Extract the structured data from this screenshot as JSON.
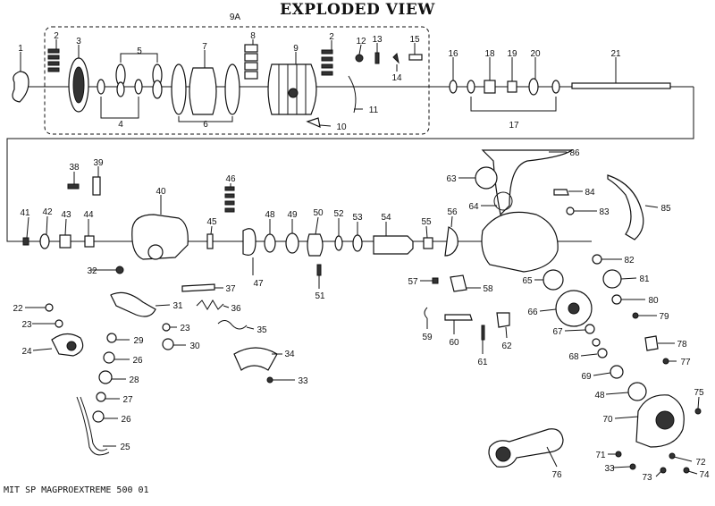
{
  "title": "EXPLODED VIEW",
  "footer": "MIT SP MAGPROEXTREME 500 01",
  "callouts": [
    "1",
    "2",
    "3",
    "4",
    "5",
    "6",
    "7",
    "8",
    "9",
    "9A",
    "10",
    "11",
    "12",
    "13",
    "14",
    "15",
    "16",
    "17",
    "18",
    "19",
    "20",
    "21",
    "22",
    "23",
    "24",
    "25",
    "26",
    "27",
    "28",
    "29",
    "30",
    "31",
    "32",
    "33",
    "34",
    "35",
    "36",
    "37",
    "38",
    "39",
    "40",
    "41",
    "42",
    "43",
    "44",
    "45",
    "46",
    "47",
    "48",
    "49",
    "50",
    "51",
    "52",
    "53",
    "54",
    "55",
    "56",
    "57",
    "58",
    "59",
    "60",
    "61",
    "62",
    "63",
    "64",
    "65",
    "66",
    "67",
    "68",
    "69",
    "70",
    "71",
    "72",
    "73",
    "74",
    "75",
    "76",
    "77",
    "78",
    "79",
    "80",
    "81",
    "82",
    "83",
    "84",
    "85",
    "86"
  ]
}
